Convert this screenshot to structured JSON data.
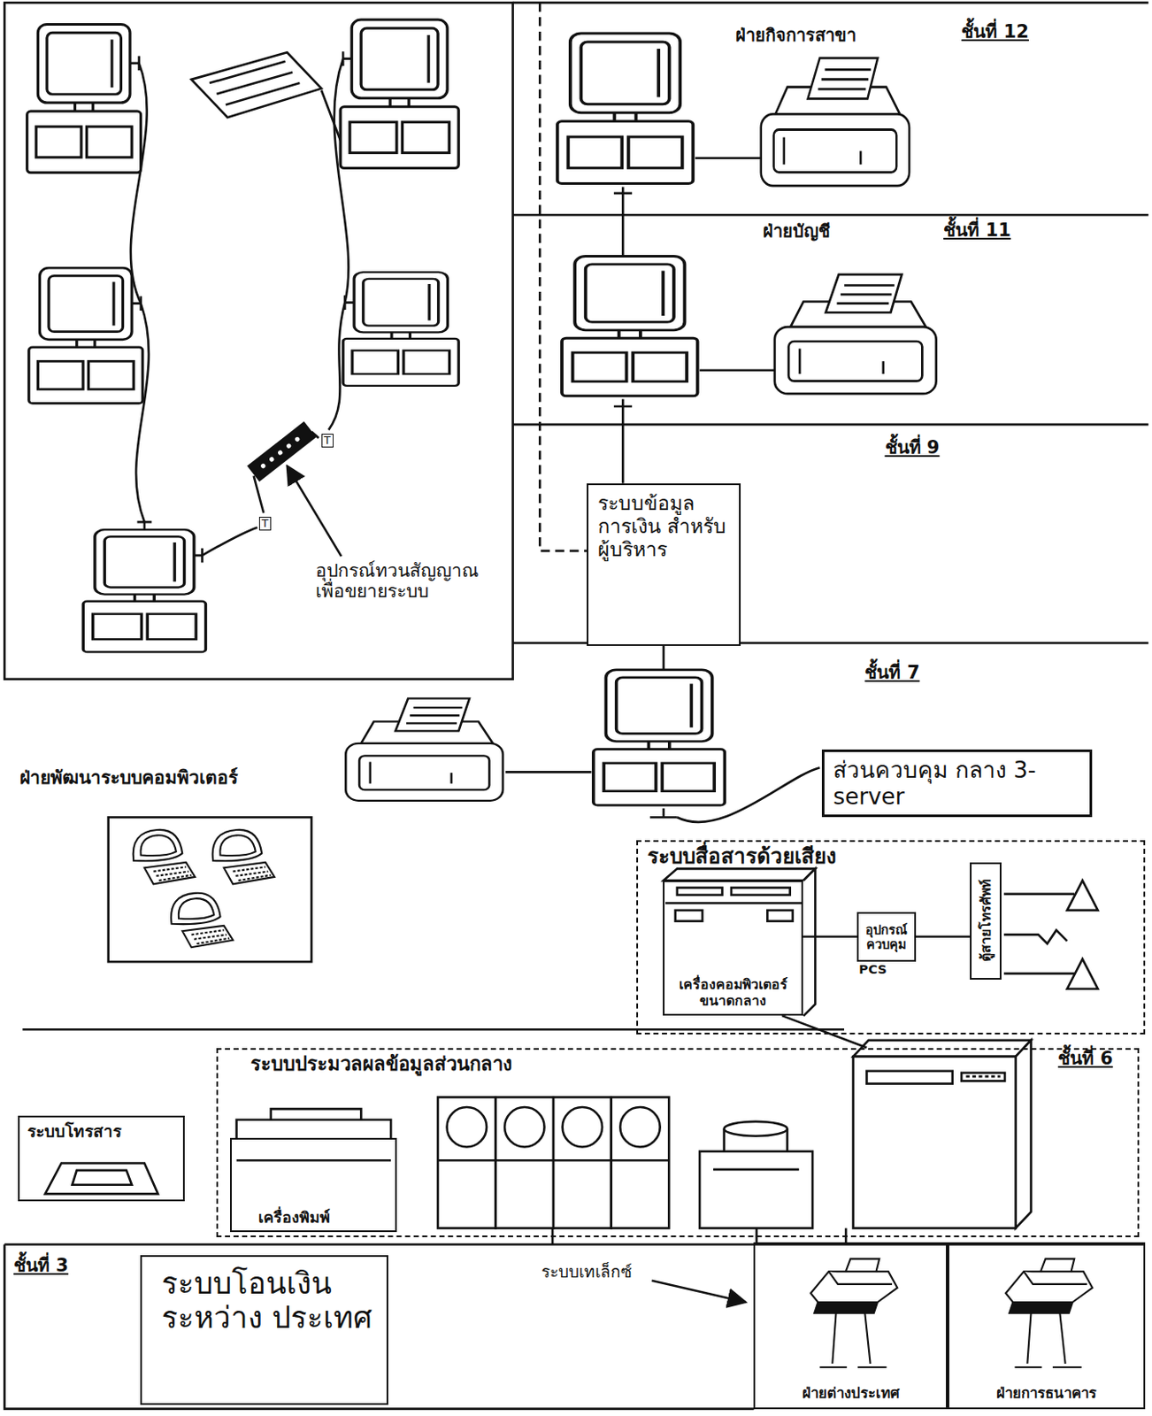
{
  "diagram": {
    "nodes": [
      {
        "text": [
          "ระบบข้อมูล การเงิน สำหรับ ผู้บริหาร"
        ]
      },
      {
        "text": [
          "ส่วนควบคุม กลาง 3-server"
        ]
      },
      {
        "text": [
          "ระบบสื่อสารด้วยเสียง"
        ]
      },
      {
        "text": [
          "เครื่องคอมพิวเตอร์ ขนาดกลาง"
        ],
        "in": 2
      },
      {
        "text": [
          "อุปกรณ์ ควบคุม",
          "PCS"
        ],
        "in": 2
      },
      {
        "text": [
          "ตู้สายโทรศัพท์"
        ],
        "in": 2
      },
      {
        "text": [
          "ระบบประมวลผลข้อมูลส่วนกลาง"
        ]
      },
      {
        "text": [
          "เครื่องพิมพ์"
        ],
        "in": 6
      },
      {
        "text": [
          "ระบบโทรสาร"
        ]
      },
      {
        "text": [
          "ระบบโอนเงิน ระหว่าง ประเทศ"
        ]
      },
      {
        "text": [
          "ฝ่ายต่างประเทศ"
        ]
      },
      {
        "text": [
          "ฝ่ายการธนาคาร"
        ]
      }
    ],
    "edges": [
      {
        "from": 3,
        "to": 4,
        "arrow": "none"
      },
      {
        "from": 4,
        "to": 5,
        "arrow": "none"
      },
      {
        "from": 3,
        "to": 6,
        "arrow": "none"
      }
    ],
    "labels": [
      "ฝ่ายกิจการสาขา",
      "ชั้นที่ 12",
      "ฝ่ายบัญชี",
      "ชั้นที่ 11",
      "ชั้นที่ 9",
      "T",
      "T",
      "อุปกรณ์ทวนสัญญาณ เพื่อขยายระบบ",
      "ชั้นที่ 7",
      "ฝ่ายพัฒนาระบบคอมพิวเตอร์",
      "ชั้นที่ 6",
      "ชั้นที่ 3",
      "ระบบเทเล็กซ์"
    ]
  }
}
